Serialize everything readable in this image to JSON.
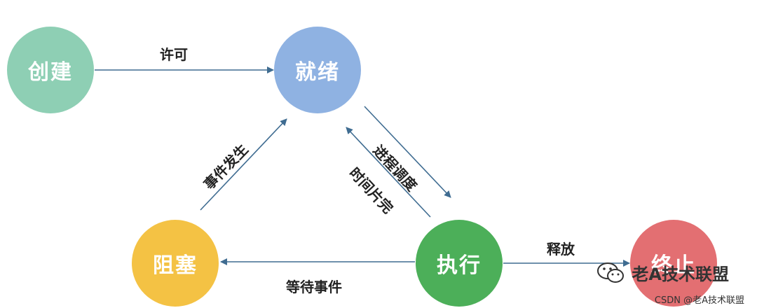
{
  "states": {
    "create": {
      "label": "创建",
      "color": "#8ecfb4"
    },
    "ready": {
      "label": "就绪",
      "color": "#8fb2e2"
    },
    "blocked": {
      "label": "阻塞",
      "color": "#f4c244"
    },
    "running": {
      "label": "执行",
      "color": "#4caf59"
    },
    "terminated": {
      "label": "终止",
      "color": "#e36f72"
    }
  },
  "edges": {
    "permit": "许可",
    "schedule": "进程调度",
    "timeslice": "时间片完",
    "event_occurs": "事件发生",
    "wait_event": "等待事件",
    "release": "释放"
  },
  "arrow_color": "#3f6c91",
  "watermark": {
    "text": "老A技术联盟",
    "icon": "wechat-icon"
  },
  "credit": "CSDN @老A技术联盟"
}
